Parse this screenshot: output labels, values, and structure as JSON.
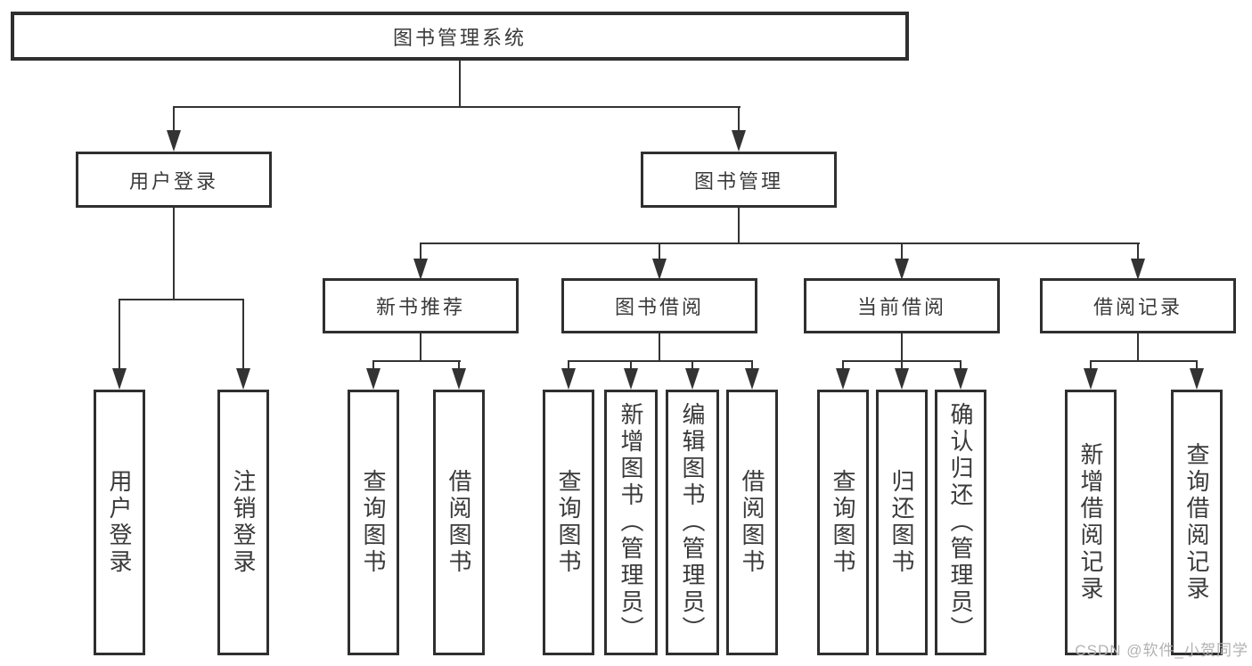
{
  "nodes": {
    "root": "图书管理系统",
    "user_login": "用户登录",
    "book_mgmt": "图书管理",
    "new_book_rec": "新书推荐",
    "book_borrow": "图书借阅",
    "current_borrow": "当前借阅",
    "borrow_records": "借阅记录",
    "leaf_user_login": "用户登录",
    "leaf_logout": "注销登录",
    "leaf_nbr_query_book": "查询图书",
    "leaf_nbr_borrow_book": "借阅图书",
    "leaf_bb_query_book": "查询图书",
    "leaf_bb_add_book_admin": "新增图书（管理员）",
    "leaf_bb_edit_book_admin": "编辑图书（管理员）",
    "leaf_bb_borrow_book": "借阅图书",
    "leaf_cb_query_book": "查询图书",
    "leaf_cb_return_book": "归还图书",
    "leaf_cb_confirm_return_admin": "确认归还（管理员）",
    "leaf_br_add_record": "新增借阅记录",
    "leaf_br_query_record": "查询借阅记录"
  },
  "watermark": "CSDN @软件_小贺同学",
  "colors": {
    "line": "#333333",
    "border": "#2f2f2f",
    "text": "#3a3a3a",
    "watermark": "#b2b2b2",
    "background": "#ffffff"
  }
}
